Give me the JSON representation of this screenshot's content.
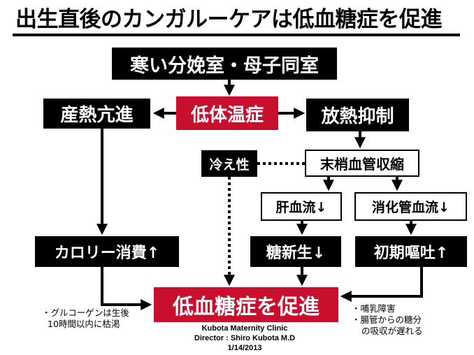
{
  "title": "出生直後のカンガルーケアは低血糖症を促進",
  "boxes": {
    "room": "寒い分娩室・母子同室",
    "hypothermia": "低体温症",
    "thermogenesis": "産熱亢進",
    "heat_loss_suppression": "放熱抑制",
    "cold": "冷え性",
    "vasoconstriction": "末梢血管収縮",
    "hepatic_flow": "肝血流↓",
    "digestive_flow": "消化管血流↓",
    "calorie": "カロリー消費↑",
    "gluconeogenesis": "糖新生↓",
    "vomiting": "初期嘔吐↑",
    "hypoglycemia": "低血糖症を促進"
  },
  "notes": {
    "left_line1": "・グルコーゲンは生後",
    "left_line2": "10時間以内に枯渇",
    "right_line1": "・哺乳障害",
    "right_line2": "・腸管からの糖分",
    "right_line3": "の吸収が遅れる"
  },
  "credit": {
    "line1": "Kubota Maternity Clinic",
    "line2": "Director : Shiro Kubota M.D",
    "line3": "1/14/2013"
  },
  "colors": {
    "black_box": "#000000",
    "red_box": "#c8102e",
    "white_box": "#ffffff"
  }
}
